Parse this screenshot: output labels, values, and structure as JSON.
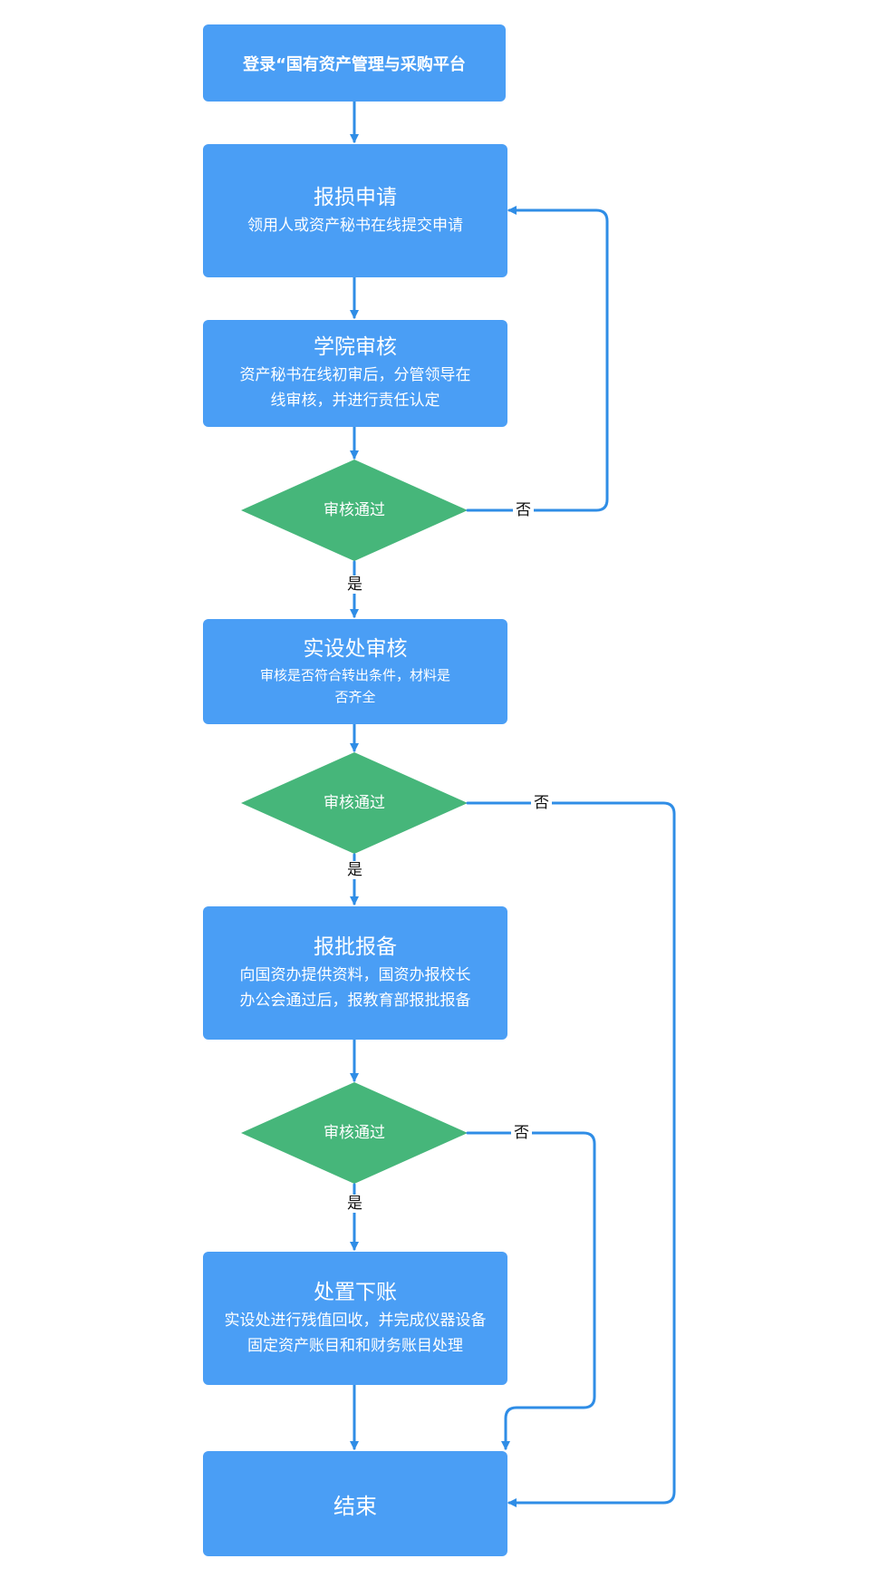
{
  "colors": {
    "box": "#4a9ef5",
    "decision": "#46b67a",
    "arrow": "#2f8de6",
    "label": "#111111"
  },
  "nodes": {
    "login": {
      "text": "登录“国有资产管理与采购平台"
    },
    "apply": {
      "title": "报损申请",
      "desc1": "领用人或资产秘书在线提交申请"
    },
    "college": {
      "title": "学院审核",
      "desc1": "资产秘书在线初审后，分管领导在",
      "desc2": "线审核，并进行责任认定"
    },
    "decision1": {
      "text": "审核通过"
    },
    "equip": {
      "title": "实设处审核",
      "desc1": "审核是否符合转出条件，材料是",
      "desc2": "否齐全"
    },
    "decision2": {
      "text": "审核通过"
    },
    "report": {
      "title": "报批报备",
      "desc1": "向国资办提供资料，国资办报校长",
      "desc2": "办公会通过后，报教育部报批报备"
    },
    "decision3": {
      "text": "审核通过"
    },
    "dispose": {
      "title": "处置下账",
      "desc1": "实设处进行残值回收，并完成仪器设备",
      "desc2": "固定资产账目和和财务账目处理"
    },
    "end": {
      "text": "结束"
    }
  },
  "edge_labels": {
    "yes": "是",
    "no": "否"
  }
}
